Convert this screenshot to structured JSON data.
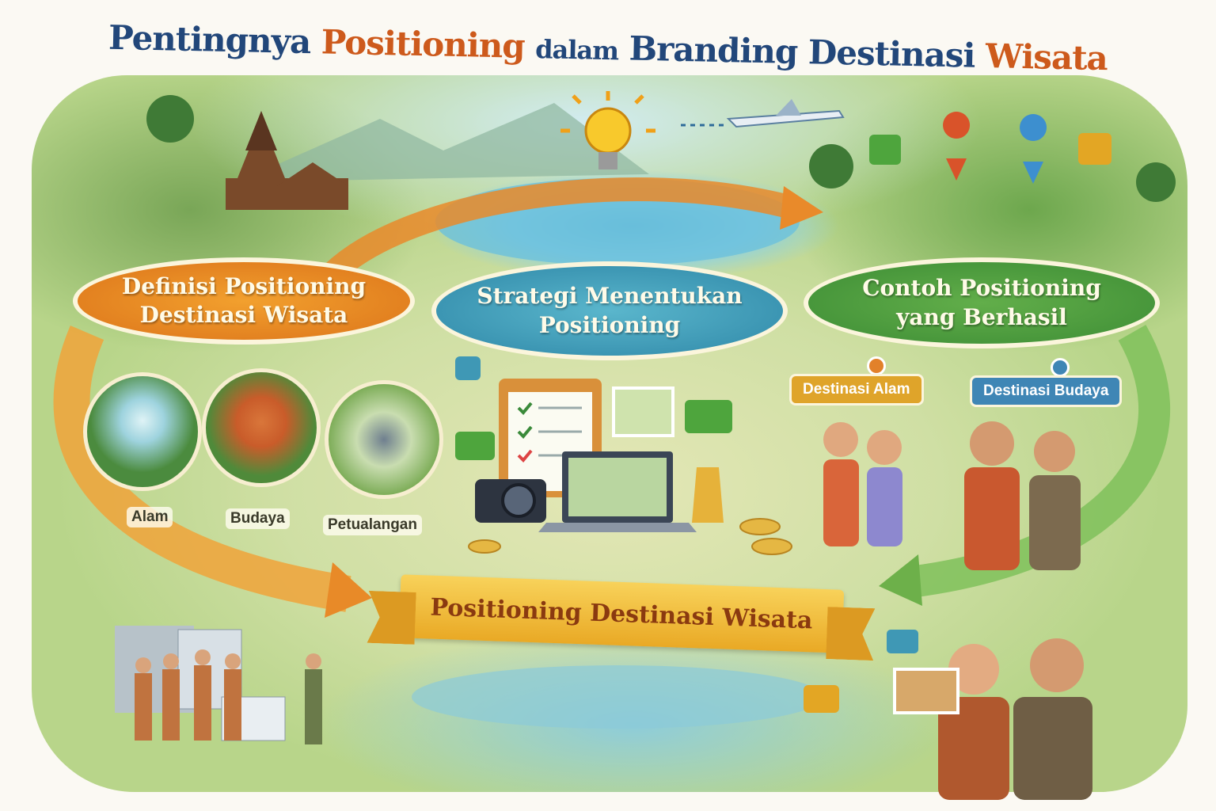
{
  "title": {
    "part1": "Pentingnya",
    "part2": "Positioning",
    "part3": "dalam",
    "part4": "Branding Destinasi",
    "part5": "Wisata"
  },
  "sections": [
    {
      "line1": "Definisi Positioning",
      "line2": "Destinasi Wisata",
      "color": "#e07f1f"
    },
    {
      "line1": "Strategi Menentukan",
      "line2": "Positioning",
      "color": "#3591b0"
    },
    {
      "line1": "Contoh Positioning",
      "line2": "yang Berhasil",
      "color": "#459538"
    }
  ],
  "categories": [
    "Alam",
    "Budaya",
    "Petualangan"
  ],
  "examples": [
    {
      "label": "Destinasi Alam",
      "color": "#dfa42a"
    },
    {
      "label": "Destinasi Budaya",
      "color": "#3f86b5"
    }
  ],
  "banner": "Positioning Destinasi Wisata"
}
